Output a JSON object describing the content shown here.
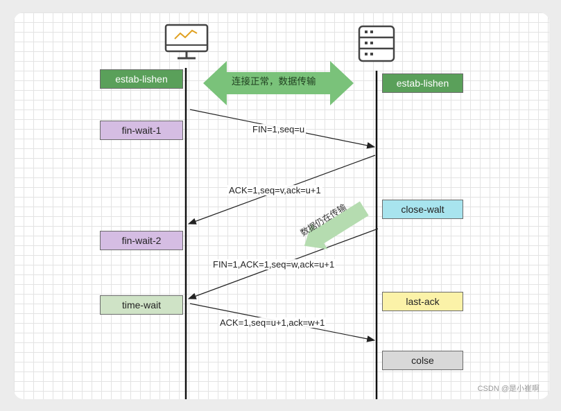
{
  "client_states": [
    {
      "key": "estab",
      "label": "estab-lishen",
      "color": "#5aa05a"
    },
    {
      "key": "fw1",
      "label": "fin-wait-1",
      "color": "#d5bde3"
    },
    {
      "key": "fw2",
      "label": "fin-wait-2",
      "color": "#d5bde3"
    },
    {
      "key": "tw",
      "label": "time-wait",
      "color": "#cfe3c6"
    }
  ],
  "server_states": [
    {
      "key": "estab",
      "label": "estab-lishen",
      "color": "#5aa05a"
    },
    {
      "key": "cw",
      "label": "close-walt",
      "color": "#a8e4ee"
    },
    {
      "key": "la",
      "label": "last-ack",
      "color": "#fbf2a8"
    },
    {
      "key": "cl",
      "label": "colse",
      "color": "#d8d8d8"
    }
  ],
  "messages": [
    {
      "label": "FIN=1,seq=u"
    },
    {
      "label": "ACK=1,seq=v,ack=u+1"
    },
    {
      "label": "FIN=1,ACK=1,seq=w,ack=u+1"
    },
    {
      "label": "ACK=1,seq=u+1,ack=w+1"
    }
  ],
  "banner": {
    "label": "连接正常，数据传输",
    "color": "#7ac27a"
  },
  "tilted_arrow": {
    "label": "数据仍在传输",
    "color": "#b5dcb0"
  },
  "watermark": "CSDN @是小崔啊"
}
